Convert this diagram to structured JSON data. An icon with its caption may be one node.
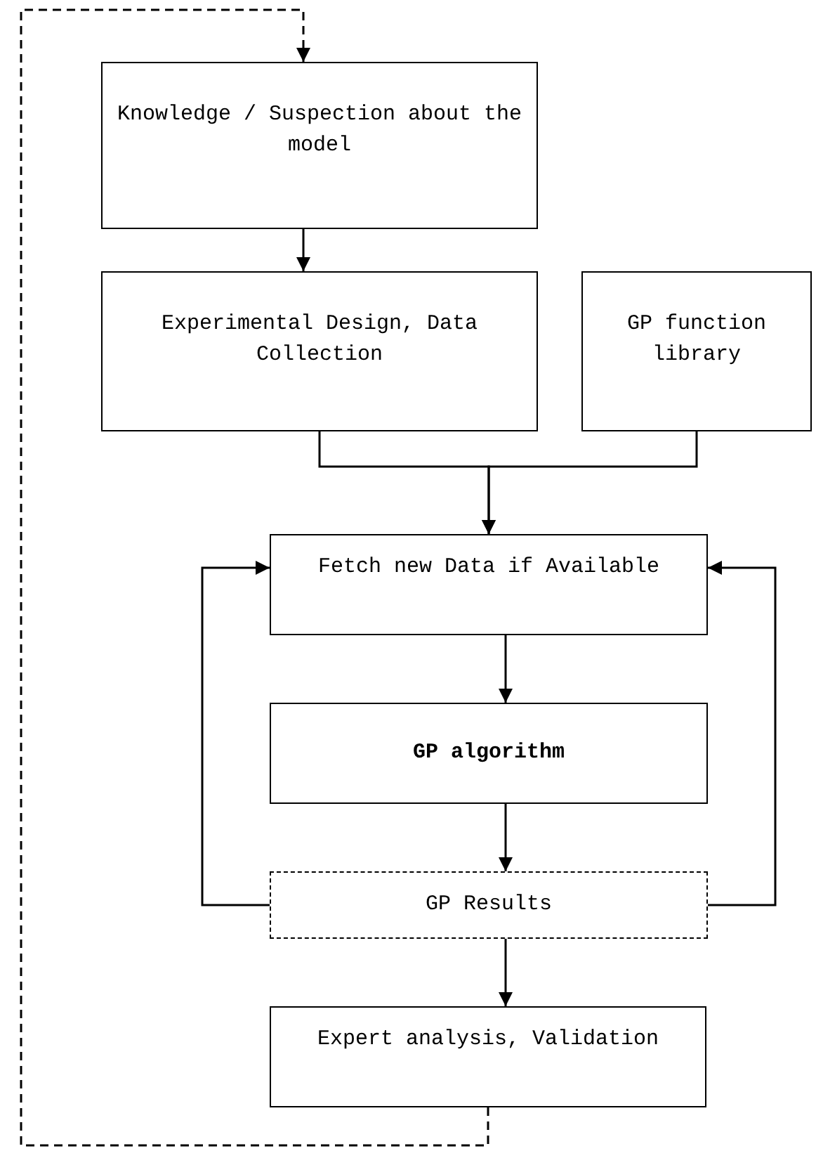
{
  "diagram": {
    "nodes": [
      {
        "text": [
          "Knowledge / Suspection about the model"
        ]
      },
      {
        "text": [
          "Experimental Design, Data Collection"
        ]
      },
      {
        "text": [
          "GP function library"
        ]
      },
      {
        "text": [
          "Fetch new Data if Available"
        ]
      },
      {
        "text": [
          "GP algorithm"
        ]
      },
      {
        "text": [
          "GP Results"
        ]
      },
      {
        "text": [
          "Expert analysis, Validation"
        ]
      }
    ],
    "edges": [
      {
        "from": 0,
        "to": 1,
        "arrow": "to"
      },
      {
        "from": 1,
        "to": 3,
        "arrow": "to"
      },
      {
        "from": 2,
        "to": 3,
        "arrow": "to"
      },
      {
        "from": 3,
        "to": 4,
        "arrow": "to"
      },
      {
        "from": 4,
        "to": 5,
        "arrow": "to"
      },
      {
        "from": 5,
        "to": 3,
        "arrow": "to"
      },
      {
        "from": 5,
        "to": 3,
        "arrow": "to"
      },
      {
        "from": 5,
        "to": 6,
        "arrow": "to"
      },
      {
        "from": 6,
        "to": 0,
        "arrow": "to",
        "style": "dashed"
      }
    ]
  }
}
